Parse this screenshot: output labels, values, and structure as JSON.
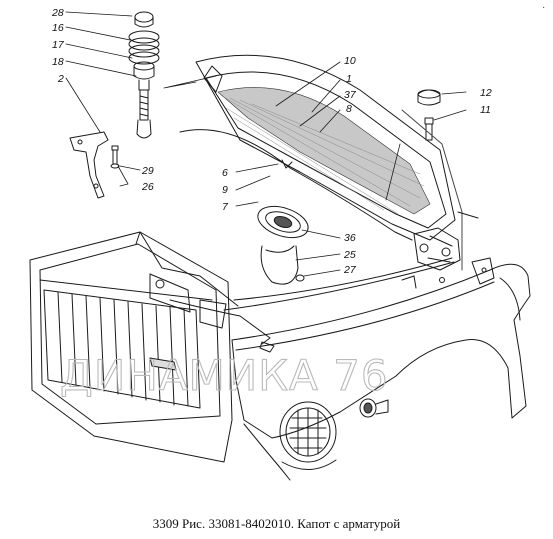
{
  "caption": "3309 Рис. 33081-8402010. Капот с арматурой",
  "watermark": "ДИНАМИКА 76",
  "corner_mark": "·",
  "callouts": [
    "28",
    "16",
    "17",
    "18",
    "2",
    "29",
    "26",
    "10",
    "1",
    "37",
    "8",
    "6",
    "9",
    "7",
    "12",
    "11",
    "36",
    "25",
    "27"
  ]
}
